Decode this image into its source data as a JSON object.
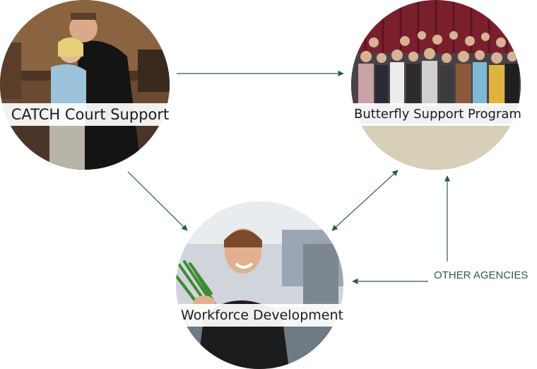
{
  "nodes": {
    "catch": {
      "label": "CATCH Court Support"
    },
    "butterfly": {
      "label": "Butterfly Support Program"
    },
    "workforce": {
      "label": "Workforce Development"
    },
    "agencies": {
      "label": "OTHER AGENCIES"
    }
  },
  "colors": {
    "arrow": "#2a5f45",
    "label_text": "#1c1c1c",
    "agencies_text": "#2a5f45"
  },
  "arrows": [
    {
      "from": "catch",
      "to": "butterfly"
    },
    {
      "from": "catch",
      "to": "workforce"
    },
    {
      "from": "workforce",
      "to": "butterfly",
      "bidirectional": true
    },
    {
      "from": "agencies",
      "to": "butterfly"
    },
    {
      "from": "agencies",
      "to": "workforce"
    }
  ]
}
